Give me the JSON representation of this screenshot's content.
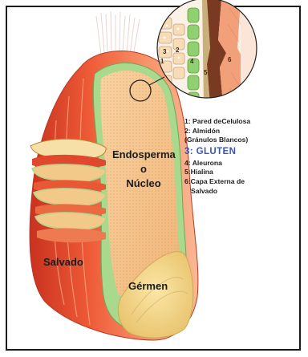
{
  "regions": {
    "endosperm_line1": "Endosperma",
    "endosperm_line2": "o",
    "endosperm_line3": "Núcleo",
    "bran": "Salvado",
    "germ": "Gérmen"
  },
  "legend": {
    "item1": "1: Pared deCelulosa",
    "item2": "2: Almidón",
    "item2_detail": "(Gránulos Blancos)",
    "item3": "3:  GLUTEN",
    "item4": "4: Aleurona",
    "item5": "5:Hialina",
    "item6": "6:Capa Externa de",
    "item6_detail": "Salvado"
  },
  "inset_numbers": [
    "1",
    "2",
    "3",
    "4",
    "5",
    "6"
  ],
  "colors": {
    "bran_outer": "#e0472c",
    "bran_light": "#f6a27e",
    "endosperm": "#f5c58e",
    "aleurone": "#a9d98c",
    "germ": "#f0d68a",
    "gluten_text": "#3a56b4"
  }
}
